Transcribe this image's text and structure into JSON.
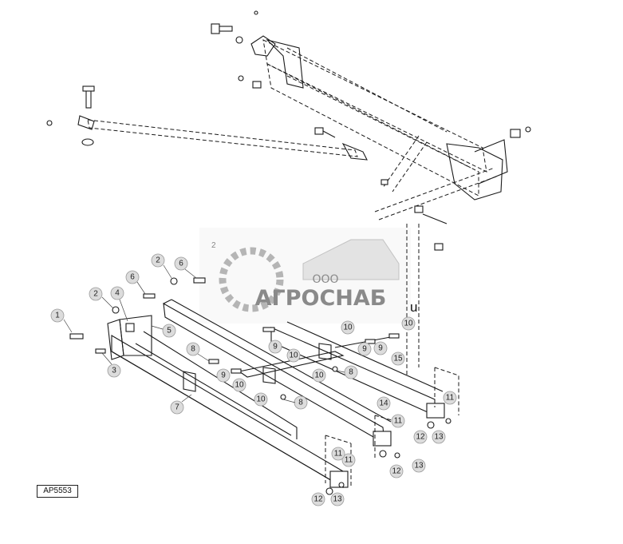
{
  "figure_code": "AP5553",
  "watermark": {
    "company": "ООО",
    "brand": "АГРОСНАБ",
    "brand_color": "#8a8a8a"
  },
  "stray_labels": [
    "u",
    "2"
  ],
  "callouts": [
    "1",
    "2",
    "2",
    "3",
    "4",
    "5",
    "6",
    "6",
    "7",
    "8",
    "8",
    "8",
    "9",
    "9",
    "9",
    "9",
    "10",
    "10",
    "10",
    "10",
    "10",
    "11",
    "11",
    "11",
    "11",
    "12",
    "12",
    "12",
    "13",
    "13",
    "13",
    "14",
    "15",
    "10"
  ]
}
